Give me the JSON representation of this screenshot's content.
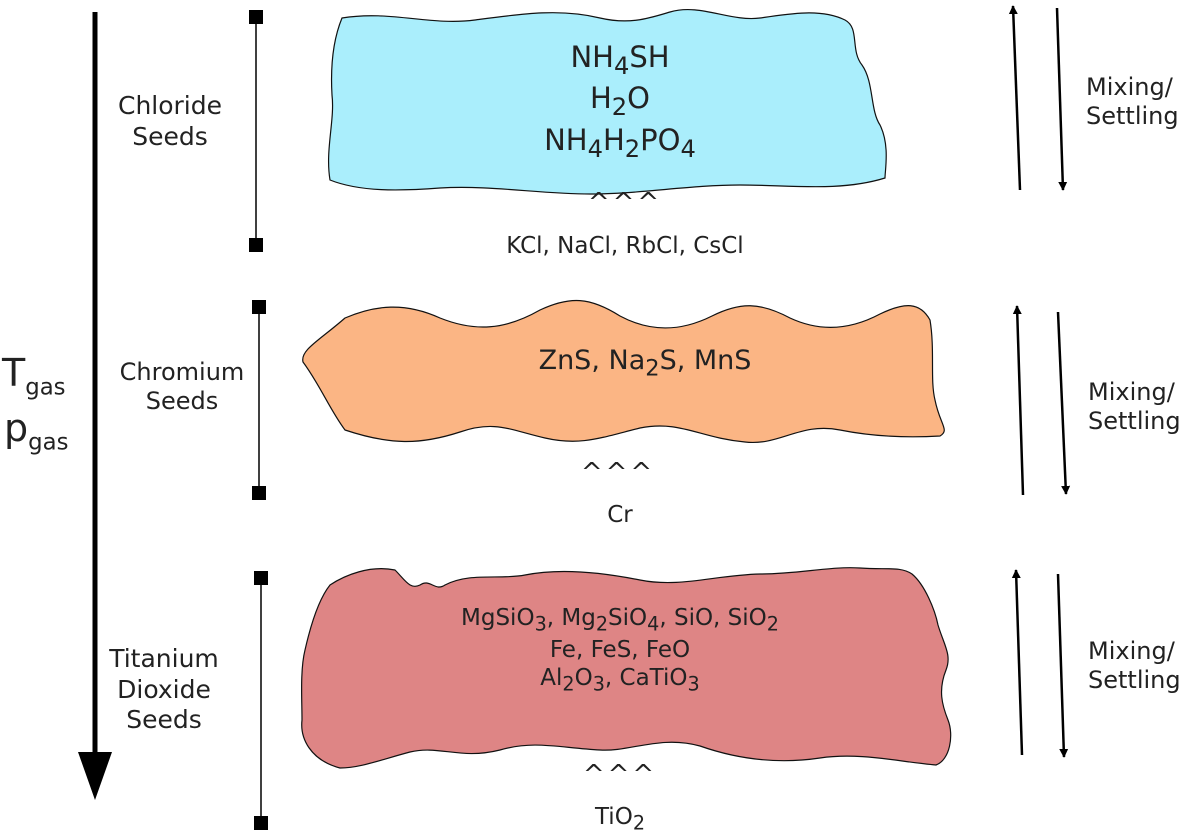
{
  "axis": {
    "t_main": "T",
    "t_sub": "gas",
    "p_main": "p",
    "p_sub": "gas"
  },
  "layers": [
    {
      "seed_label": [
        "Chloride",
        "Seeds"
      ],
      "cloud_species": [
        "NH4SH",
        "H2O",
        "NH4H2PO4"
      ],
      "carets": "^^^",
      "seed_species": "KCl, NaCl, RbCl, CsCl",
      "mixing_label": [
        "Mixing/",
        "Settling"
      ],
      "cloud_color": "#aaeefc"
    },
    {
      "seed_label": [
        "Chromium",
        "Seeds"
      ],
      "cloud_species": [
        "ZnS, Na2S, MnS"
      ],
      "carets": "^^^",
      "seed_species": "Cr",
      "mixing_label": [
        "Mixing/",
        "Settling"
      ],
      "cloud_color": "#fbb584"
    },
    {
      "seed_label": [
        "Titanium",
        "Dioxide",
        "Seeds"
      ],
      "cloud_species": [
        "MgSiO3, Mg2SiO4, SiO, SiO2",
        "Fe, FeS, FeO",
        "Al2O3, CaTiO3"
      ],
      "carets": "^^^",
      "seed_species": "TiO2",
      "mixing_label": [
        "Mixing/",
        "Settling"
      ],
      "cloud_color": "#de8585"
    }
  ]
}
